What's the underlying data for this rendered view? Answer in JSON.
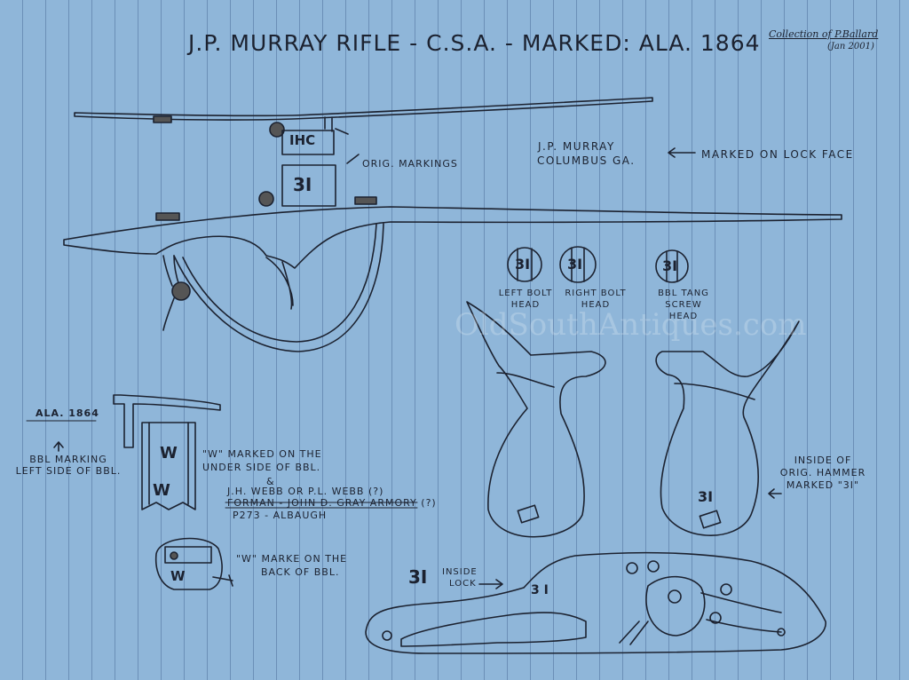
{
  "title": "J.P. MURRAY RIFLE - C.S.A. - MARKED: ALA. 1864",
  "collection": {
    "line1": "Collection of P.Ballard",
    "line2": "(Jan 2001)"
  },
  "watermark": "OldSouthAntiques.com",
  "markings": {
    "ihc": "IHC",
    "tang_31": "3I",
    "orig_markings": "ORIG. MARKINGS",
    "lock_face_name": "J.P. MURRAY",
    "lock_face_city": "COLUMBUS GA.",
    "lock_face_note": "MARKED ON LOCK FACE",
    "screw_31": "3I",
    "left_bolt": [
      "LEFT BOLT",
      "HEAD"
    ],
    "right_bolt": [
      "RIGHT BOLT",
      "HEAD"
    ],
    "tang_screw": [
      "BBL TANG",
      "SCREW",
      "HEAD"
    ],
    "ala_1864": "ALA. 1864",
    "bbl_marking": [
      "BBL MARKING",
      "LEFT SIDE OF BBL."
    ],
    "w": "W",
    "w_underside": [
      "\"W\" MARKED ON THE",
      "UNDER SIDE OF BBL."
    ],
    "amp": "&",
    "webb": "J.H. WEBB OR P.L. WEBB (?)",
    "forman": "FORMAN - JOHN D. GRAY ARMORY (?)",
    "albaugh": "P273 - ALBAUGH",
    "w_back": [
      "\"W\" MARKE ON THE",
      "BACK OF BBL."
    ],
    "hammer_31": "3I",
    "inside_hammer": [
      "INSIDE OF",
      "ORIG. HAMMER",
      "MARKED \"3I\""
    ],
    "lock_31": "3I",
    "inside_lock": [
      "INSIDE",
      "LOCK"
    ],
    "lock_plate_31": "3 I"
  },
  "colors": {
    "paper": "#8fb6d9",
    "ink": "#1c2230"
  }
}
